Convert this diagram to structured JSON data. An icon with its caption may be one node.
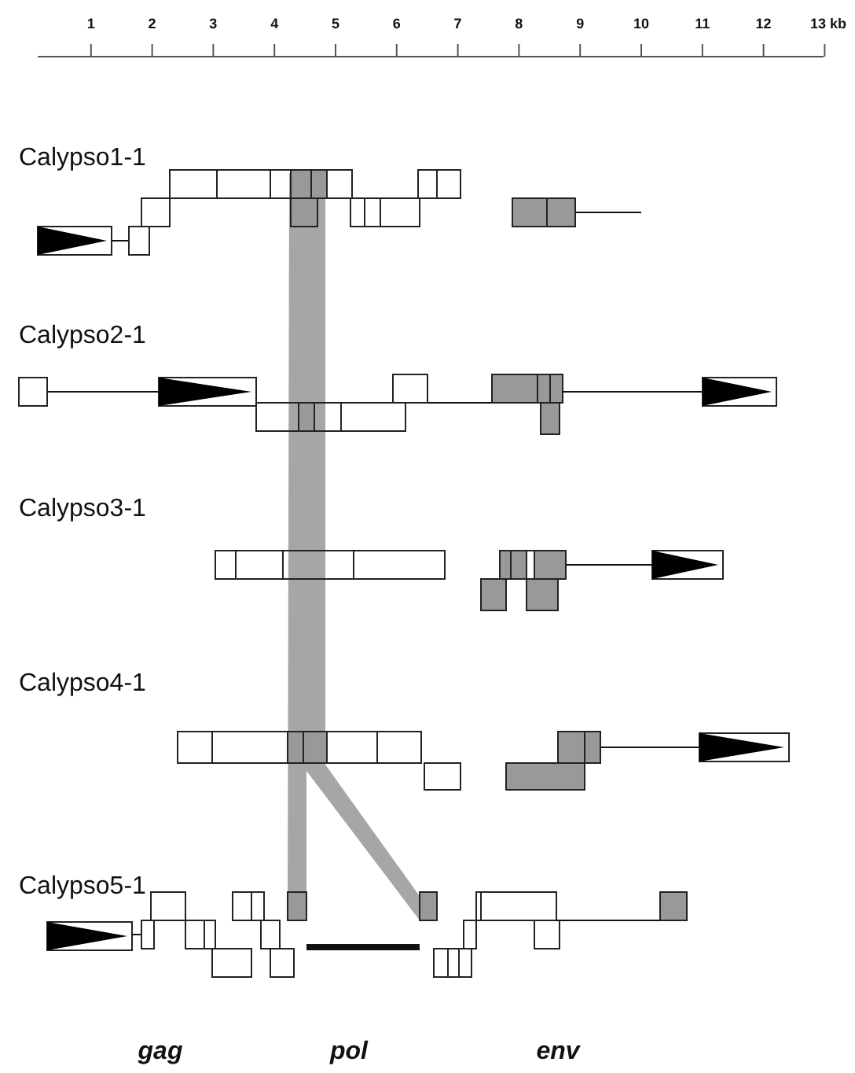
{
  "diagram": {
    "labels": [
      "1",
      "2",
      "3",
      "4",
      "5",
      "6",
      "7",
      "8",
      "9",
      "10",
      "11",
      "12",
      "13 kb",
      "Calypso1-1",
      "Calypso2-1",
      "Calypso3-1",
      "Calypso4-1",
      "Calypso5-1",
      "gag",
      "pol",
      "env"
    ]
  }
}
